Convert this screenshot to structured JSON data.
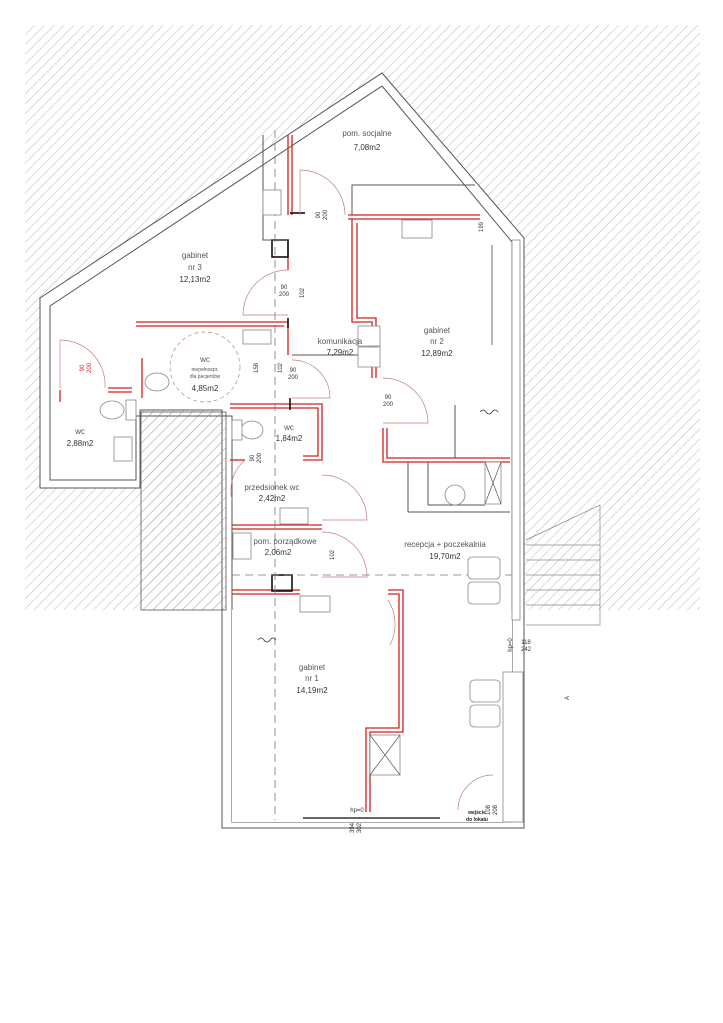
{
  "rooms": {
    "socjalne": {
      "name": "pom. socjalne",
      "area": "7,08m2"
    },
    "gabinet3": {
      "name": "gabinet",
      "nr": "nr 3",
      "area": "12,13m2"
    },
    "wc_np": {
      "name": "wc",
      "note1": "niepełnospr.",
      "note2": "dla pacjentów",
      "area": "4,85m2"
    },
    "komunikacja": {
      "name": "komunikacja",
      "area": "7,29m2"
    },
    "gabinet2": {
      "name": "gabinet",
      "nr": "nr 2",
      "area": "12,89m2"
    },
    "wc_left": {
      "name": "wc",
      "area": "2,88m2"
    },
    "wc_small": {
      "name": "wc",
      "area": "1,84m2"
    },
    "przedsionek": {
      "name": "przedsionek wc",
      "area": "2,42m2"
    },
    "porzadkowe": {
      "name": "pom. porządkowe",
      "area": "2,06m2"
    },
    "recepcja": {
      "name": "recepcja + poczekalnia",
      "area": "19,70m2"
    },
    "gabinet1": {
      "name": "gabinet",
      "nr": "nr 1",
      "area": "14,19m2"
    }
  },
  "dimensions": {
    "door_w": "90",
    "door_h": "200",
    "d102": "102",
    "d158": "158",
    "d199": "199",
    "hp0": "hp=0",
    "win_w": "118",
    "win_h": "242",
    "entry_w": "108",
    "entry_h": "208",
    "front_w": "394",
    "front_h": "302"
  },
  "entrance": {
    "line1": "wejście",
    "line2": "do lokalu"
  },
  "north_mark": "A",
  "colors": {
    "new_wall": "#d42020",
    "wall": "#555555",
    "hatch": "#999999"
  }
}
